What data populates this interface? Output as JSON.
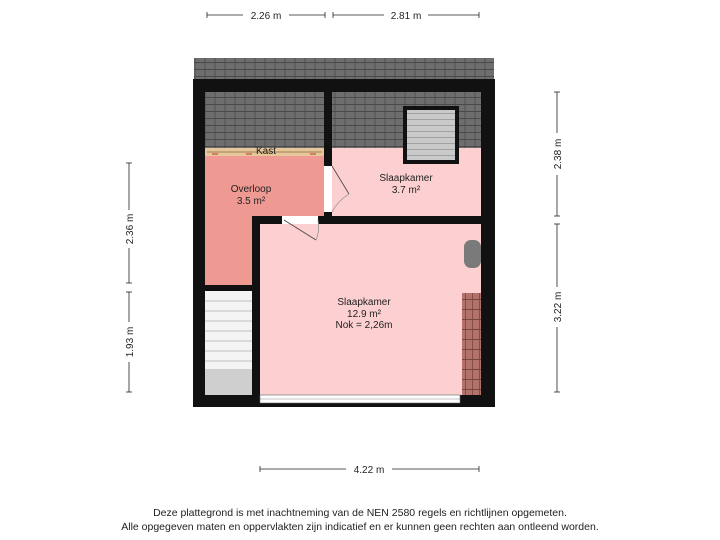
{
  "rooms": {
    "kast": {
      "name": "Kast"
    },
    "overloop": {
      "name": "Overloop",
      "area": "3.5 m²"
    },
    "slaapkamer_small": {
      "name": "Slaapkamer",
      "area": "3.7 m²"
    },
    "slaapkamer_large": {
      "name": "Slaapkamer",
      "area": "12.9 m²",
      "note": "Nok = 2,26m"
    }
  },
  "dimensions": {
    "top_left": "2.26 m",
    "top_right": "2.81 m",
    "left_upper": "2.36 m",
    "left_lower": "1.93 m",
    "right_upper": "2.38 m",
    "right_lower": "3.22 m",
    "bottom": "4.22 m"
  },
  "disclaimer": {
    "line1": "Deze plattegrond is met inachtneming van de NEN 2580 regels en richtlijnen opgemeten.",
    "line2": "Alle opgegeven maten en oppervlakten zijn indicatief en er kunnen geen rechten aan ontleend worden."
  },
  "colors": {
    "wall": "#111111",
    "roof_tiles": "#6e6e6e",
    "overloop_fill": "#ee9a92",
    "slaapkamer_fill": "#fccfd0",
    "kast_fill": "#e6c79a",
    "stairs_fill": "#f2f2f2",
    "dimension_line": "#222222"
  },
  "icons": [
    "roof-window-icon",
    "washbasin-icon",
    "door-swing-icon",
    "stairs-icon",
    "window-icon"
  ]
}
